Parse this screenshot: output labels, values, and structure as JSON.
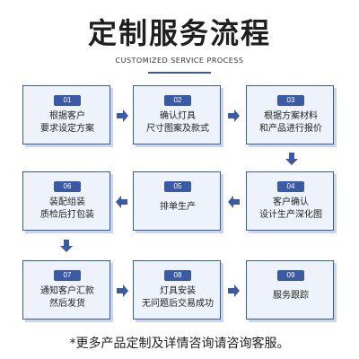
{
  "header": {
    "title": "定制服务流程",
    "subtitle": "CUSTOMIZED SERVICE PROCESS"
  },
  "steps": [
    {
      "num": "01",
      "label": "根据客户\n要求设定方案"
    },
    {
      "num": "02",
      "label": "确认灯具\n尺寸图案及款式"
    },
    {
      "num": "03",
      "label": "根据方案材料\n和产品进行报价"
    },
    {
      "num": "04",
      "label": "客户确认\n设计生产深化图"
    },
    {
      "num": "05",
      "label": "排单生产"
    },
    {
      "num": "06",
      "label": "装配组装\n质检后打包装"
    },
    {
      "num": "07",
      "label": "通知客户汇款\n然后发货"
    },
    {
      "num": "08",
      "label": "灯具安装\n无问题后交易成功"
    },
    {
      "num": "09",
      "label": "服务跟踪"
    }
  ],
  "footer": {
    "note": "*更多产品定制及详情咨询请咨询客服。"
  },
  "colors": {
    "accent": "#3b5aa6",
    "box_fill": "#eef3fb"
  }
}
